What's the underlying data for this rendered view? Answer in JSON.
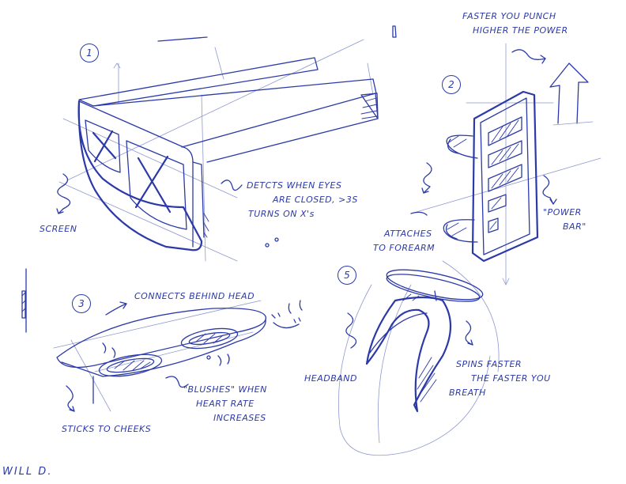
{
  "sketch_numbers": [
    "1",
    "2",
    "3",
    "5"
  ],
  "labels": {
    "faster_punch_1": "FASTER YOU PUNCH",
    "faster_punch_2": "HIGHER THE POWER",
    "detects_1": "DETCTS WHEN EYES",
    "detects_2": "ARE CLOSED, >3S",
    "detects_3": "TURNS ON X's",
    "screen": "SCREEN",
    "power_1": "\"POWER",
    "power_2": "BAR\"",
    "attaches_1": "ATTACHES",
    "attaches_2": "TO FOREARM",
    "connects": "CONNECTS BEHIND HEAD",
    "blushes_1": "\"BLUSHES\" WHEN",
    "blushes_2": "HEART RATE",
    "blushes_3": "INCREASES",
    "sticks": "STICKS TO CHEEKS",
    "headband": "HEADBAND",
    "spins_1": "SPINS FASTER",
    "spins_2": "THE FASTER YOU",
    "spins_3": "BREATH",
    "signature": "WILL D."
  },
  "colors": {
    "ink": "#2b3aa8",
    "faint_ink": "#8f98cf",
    "paper": "#ffffff"
  },
  "icons": [
    "x-mark-icon",
    "up-arrow-icon",
    "smiley-icon"
  ]
}
